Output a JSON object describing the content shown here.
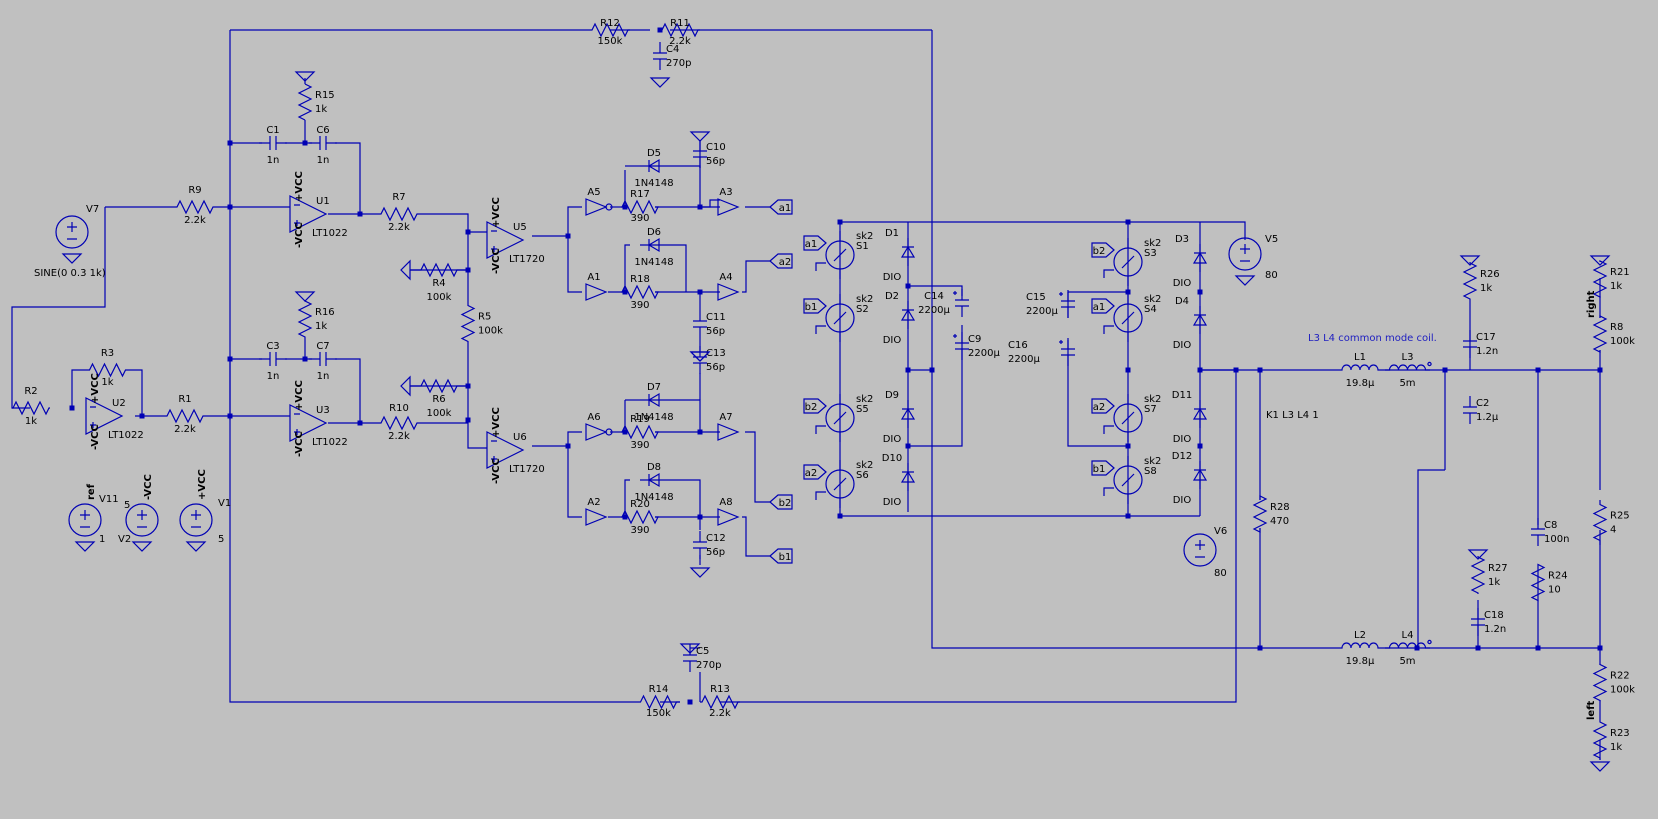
{
  "colors": {
    "background": "#c0c0c0",
    "wire": "#0000b4",
    "text": "#000000",
    "note": "#2020c0"
  },
  "components": [
    {
      "ref": "R12",
      "value": "150k"
    },
    {
      "ref": "R11",
      "value": "2.2k"
    },
    {
      "ref": "C4",
      "value": "270p"
    },
    {
      "ref": "R15",
      "value": "1k"
    },
    {
      "ref": "C1",
      "value": "1n"
    },
    {
      "ref": "C6",
      "value": "1n"
    },
    {
      "ref": "R9",
      "value": "2.2k"
    },
    {
      "ref": "U1",
      "value": "LT1022"
    },
    {
      "ref": "V7",
      "value": "SINE(0 0.3 1k)"
    },
    {
      "ref": "R7",
      "value": "2.2k"
    },
    {
      "ref": "U5",
      "value": "LT1720"
    },
    {
      "ref": "R4",
      "value": "100k"
    },
    {
      "ref": "R5",
      "value": "100k"
    },
    {
      "ref": "R6",
      "value": "100k"
    },
    {
      "ref": "R16",
      "value": "1k"
    },
    {
      "ref": "C3",
      "value": "1n"
    },
    {
      "ref": "C7",
      "value": "1n"
    },
    {
      "ref": "U3",
      "value": "LT1022"
    },
    {
      "ref": "R10",
      "value": "2.2k"
    },
    {
      "ref": "U6",
      "value": "LT1720"
    },
    {
      "ref": "R3",
      "value": "1k"
    },
    {
      "ref": "U2",
      "value": "LT1022"
    },
    {
      "ref": "R2",
      "value": "1k"
    },
    {
      "ref": "R1",
      "value": "2.2k"
    },
    {
      "ref": "V11",
      "value": "1"
    },
    {
      "ref": "V2",
      "value": "5"
    },
    {
      "ref": "V1",
      "value": "5"
    },
    {
      "ref": "D5",
      "value": "1N4148"
    },
    {
      "ref": "R17",
      "value": "390"
    },
    {
      "ref": "C10",
      "value": "56p"
    },
    {
      "ref": "D6",
      "value": "1N4148"
    },
    {
      "ref": "R18",
      "value": "390"
    },
    {
      "ref": "C11",
      "value": "56p"
    },
    {
      "ref": "D7",
      "value": "1N4148"
    },
    {
      "ref": "R19",
      "value": "390"
    },
    {
      "ref": "C13",
      "value": "56p"
    },
    {
      "ref": "D8",
      "value": "1N4148"
    },
    {
      "ref": "R20",
      "value": "390"
    },
    {
      "ref": "C12",
      "value": "56p"
    },
    {
      "ref": "C5",
      "value": "270p"
    },
    {
      "ref": "R14",
      "value": "150k"
    },
    {
      "ref": "R13",
      "value": "2.2k"
    },
    {
      "ref": "S1",
      "value": "sk2"
    },
    {
      "ref": "S2",
      "value": "sk2"
    },
    {
      "ref": "S5",
      "value": "sk2"
    },
    {
      "ref": "S6",
      "value": "sk2"
    },
    {
      "ref": "S3",
      "value": "sk2"
    },
    {
      "ref": "S4",
      "value": "sk2"
    },
    {
      "ref": "S7",
      "value": "sk2"
    },
    {
      "ref": "S8",
      "value": "sk2"
    },
    {
      "ref": "D1",
      "value": "DIO"
    },
    {
      "ref": "D2",
      "value": "DIO"
    },
    {
      "ref": "D9",
      "value": "DIO"
    },
    {
      "ref": "D10",
      "value": "DIO"
    },
    {
      "ref": "D3",
      "value": "DIO"
    },
    {
      "ref": "D4",
      "value": "DIO"
    },
    {
      "ref": "D11",
      "value": "DIO"
    },
    {
      "ref": "D12",
      "value": "DIO"
    },
    {
      "ref": "C14",
      "value": "2200µ"
    },
    {
      "ref": "C9",
      "value": "2200µ"
    },
    {
      "ref": "C15",
      "value": "2200µ"
    },
    {
      "ref": "C16",
      "value": "2200µ"
    },
    {
      "ref": "V5",
      "value": "80"
    },
    {
      "ref": "V6",
      "value": "80"
    },
    {
      "ref": "R28",
      "value": "470"
    },
    {
      "ref": "L1",
      "value": "19.8µ"
    },
    {
      "ref": "L3",
      "value": "5m"
    },
    {
      "ref": "L2",
      "value": "19.8µ"
    },
    {
      "ref": "L4",
      "value": "5m"
    },
    {
      "ref": "R26",
      "value": "1k"
    },
    {
      "ref": "C17",
      "value": "1.2n"
    },
    {
      "ref": "C2",
      "value": "1.2µ"
    },
    {
      "ref": "R27",
      "value": "1k"
    },
    {
      "ref": "C18",
      "value": "1.2n"
    },
    {
      "ref": "C8",
      "value": "100n"
    },
    {
      "ref": "R24",
      "value": "10"
    },
    {
      "ref": "R21",
      "value": "1k"
    },
    {
      "ref": "R8",
      "value": "100k"
    },
    {
      "ref": "R25",
      "value": "4"
    },
    {
      "ref": "R22",
      "value": "100k"
    },
    {
      "ref": "R23",
      "value": "1k"
    }
  ],
  "gates": [
    "A1",
    "A2",
    "A3",
    "A4",
    "A5",
    "A6",
    "A7",
    "A8"
  ],
  "net_labels": [
    "a1",
    "a2",
    "b1",
    "b2",
    "right",
    "left",
    "ref",
    "+VCC",
    "-VCC"
  ],
  "directive": "K1 L3 L4 1",
  "comment": "L3 L4 common mode coil."
}
